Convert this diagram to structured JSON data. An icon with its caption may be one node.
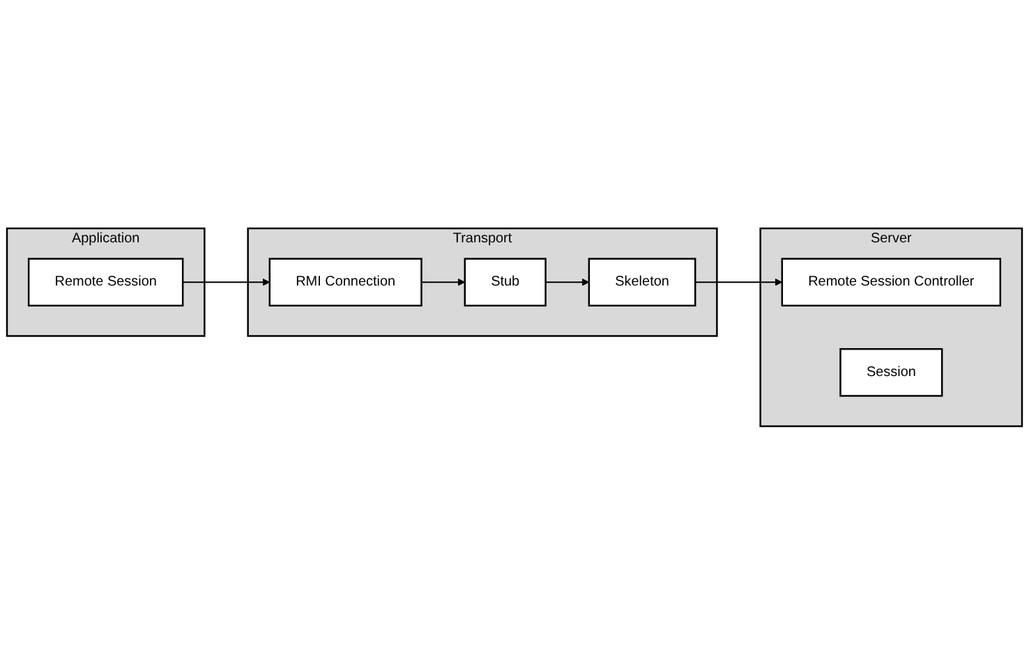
{
  "diagram": {
    "nodes": [
      {
        "text": [
          "Application"
        ]
      },
      {
        "text": [
          "Remote Session"
        ],
        "in": 0
      },
      {
        "text": [
          "Transport"
        ]
      },
      {
        "text": [
          "RMI Connection"
        ],
        "in": 2
      },
      {
        "text": [
          "Stub"
        ],
        "in": 2
      },
      {
        "text": [
          "Skeleton"
        ],
        "in": 2
      },
      {
        "text": [
          "Server"
        ]
      },
      {
        "text": [
          "Remote Session Controller"
        ],
        "in": 6
      },
      {
        "text": [
          "Session"
        ],
        "in": 6
      }
    ],
    "edges": [
      {
        "from": 1,
        "to": 3,
        "arrow": "to"
      },
      {
        "from": 3,
        "to": 4,
        "arrow": "to"
      },
      {
        "from": 4,
        "to": 5,
        "arrow": "to"
      },
      {
        "from": 5,
        "to": 7,
        "arrow": "to"
      }
    ]
  }
}
